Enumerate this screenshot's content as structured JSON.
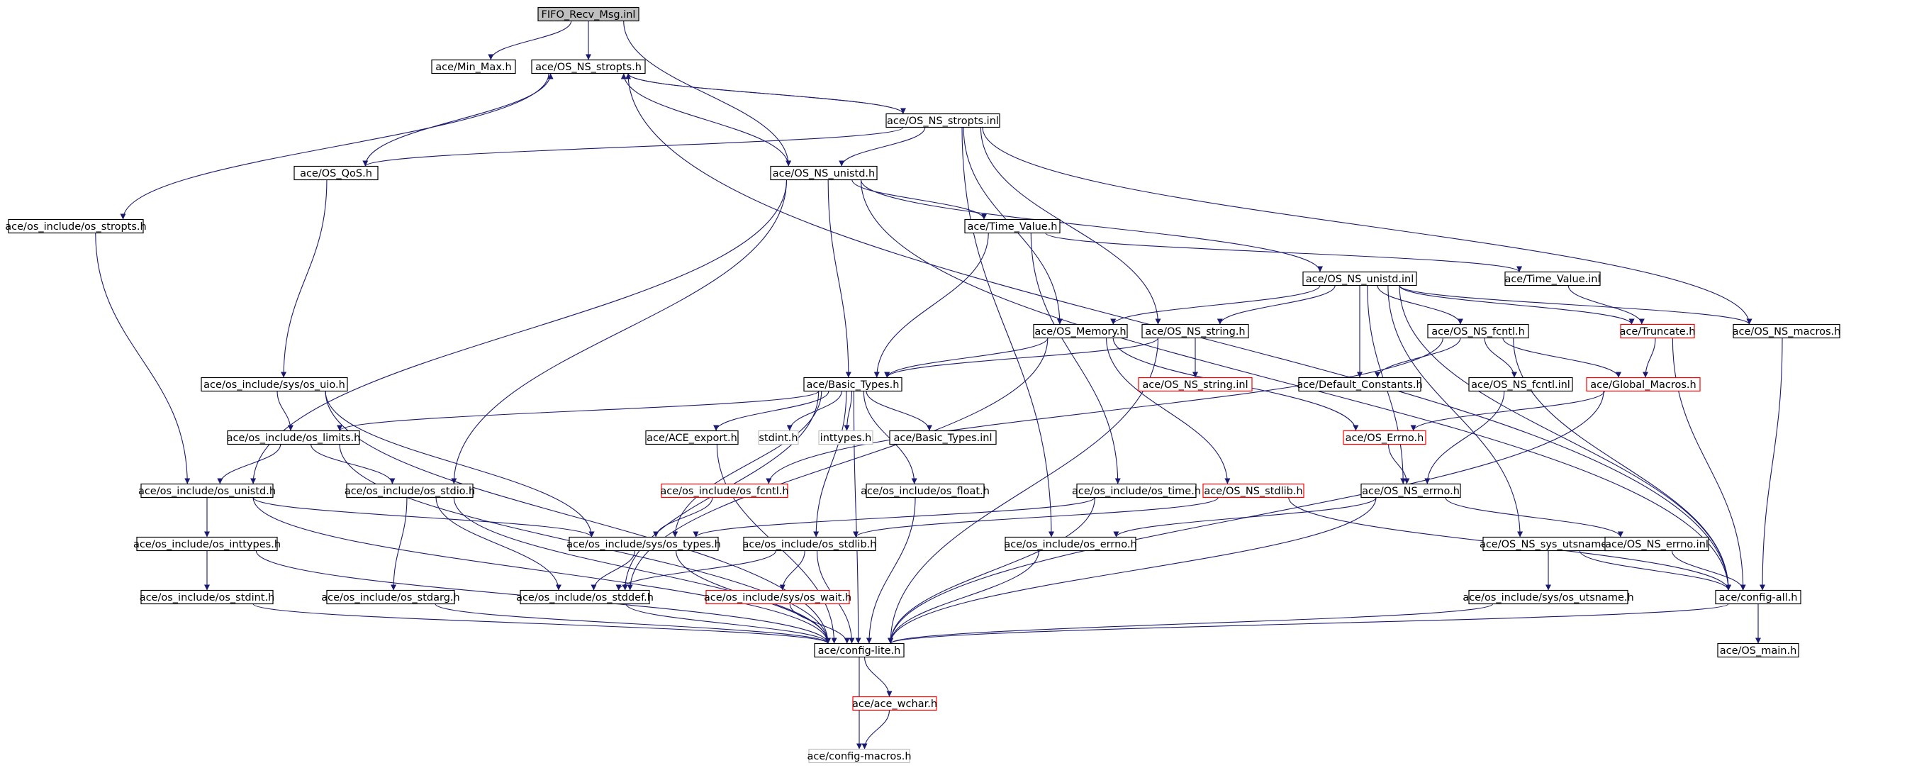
{
  "colors": {
    "edge": "#191970",
    "node_border": "#000000",
    "missing_border": "#ff0000",
    "external_border": "#c0c0c0",
    "root_fill": "#bfbfbf",
    "fill": "#ffffff",
    "text": "#000000"
  },
  "nodes": [
    {
      "id": "n1",
      "label": "FIFO_Recv_Msg.inl",
      "style": "root"
    },
    {
      "id": "n2",
      "label": "ace/Min_Max.h",
      "style": "normal"
    },
    {
      "id": "n3",
      "label": "ace/OS_NS_stropts.h",
      "style": "normal"
    },
    {
      "id": "n4",
      "label": "ace/OS_NS_stropts.inl",
      "style": "normal"
    },
    {
      "id": "n5",
      "label": "ace/OS_QoS.h",
      "style": "normal"
    },
    {
      "id": "n6",
      "label": "ace/OS_NS_unistd.h",
      "style": "normal"
    },
    {
      "id": "n7",
      "label": "ace/os_include/os_stropts.h",
      "style": "normal"
    },
    {
      "id": "n8",
      "label": "ace/Time_Value.h",
      "style": "normal"
    },
    {
      "id": "n9",
      "label": "ace/OS_NS_unistd.inl",
      "style": "normal"
    },
    {
      "id": "n10",
      "label": "ace/Time_Value.inl",
      "style": "normal"
    },
    {
      "id": "n11",
      "label": "ace/OS_Memory.h",
      "style": "normal"
    },
    {
      "id": "n12",
      "label": "ace/OS_NS_string.h",
      "style": "normal"
    },
    {
      "id": "n13",
      "label": "ace/OS_NS_fcntl.h",
      "style": "normal"
    },
    {
      "id": "n14",
      "label": "ace/Truncate.h",
      "style": "missing"
    },
    {
      "id": "n15",
      "label": "ace/OS_NS_macros.h",
      "style": "normal"
    },
    {
      "id": "n16",
      "label": "ace/os_include/sys/os_uio.h",
      "style": "normal"
    },
    {
      "id": "n17",
      "label": "ace/Basic_Types.h",
      "style": "normal"
    },
    {
      "id": "n18",
      "label": "ace/OS_NS_string.inl",
      "style": "missing"
    },
    {
      "id": "n19",
      "label": "ace/Default_Constants.h",
      "style": "normal"
    },
    {
      "id": "n20",
      "label": "ace/OS_NS_fcntl.inl",
      "style": "normal"
    },
    {
      "id": "n21",
      "label": "ace/Global_Macros.h",
      "style": "missing"
    },
    {
      "id": "n22",
      "label": "ace/os_include/os_limits.h",
      "style": "normal"
    },
    {
      "id": "n23",
      "label": "ace/ACE_export.h",
      "style": "normal"
    },
    {
      "id": "n24",
      "label": "stdint.h",
      "style": "external"
    },
    {
      "id": "n25",
      "label": "inttypes.h",
      "style": "external"
    },
    {
      "id": "n26",
      "label": "ace/Basic_Types.inl",
      "style": "normal"
    },
    {
      "id": "n27",
      "label": "ace/OS_Errno.h",
      "style": "missing"
    },
    {
      "id": "n28",
      "label": "ace/os_include/os_unistd.h",
      "style": "normal"
    },
    {
      "id": "n29",
      "label": "ace/os_include/os_stdio.h",
      "style": "normal"
    },
    {
      "id": "n30",
      "label": "ace/os_include/os_fcntl.h",
      "style": "missing"
    },
    {
      "id": "n31",
      "label": "ace/os_include/os_float.h",
      "style": "normal"
    },
    {
      "id": "n32",
      "label": "ace/os_include/os_time.h",
      "style": "normal"
    },
    {
      "id": "n33",
      "label": "ace/OS_NS_stdlib.h",
      "style": "missing"
    },
    {
      "id": "n34",
      "label": "ace/OS_NS_errno.h",
      "style": "normal"
    },
    {
      "id": "n35",
      "label": "ace/os_include/os_inttypes.h",
      "style": "normal"
    },
    {
      "id": "n36",
      "label": "ace/os_include/sys/os_types.h",
      "style": "normal"
    },
    {
      "id": "n37",
      "label": "ace/os_include/os_stdlib.h",
      "style": "normal"
    },
    {
      "id": "n38",
      "label": "ace/os_include/os_errno.h",
      "style": "normal"
    },
    {
      "id": "n39",
      "label": "ace/OS_NS_sys_utsname.h",
      "style": "normal"
    },
    {
      "id": "n40",
      "label": "ace/OS_NS_errno.inl",
      "style": "normal"
    },
    {
      "id": "n41",
      "label": "ace/os_include/os_stdint.h",
      "style": "normal"
    },
    {
      "id": "n42",
      "label": "ace/os_include/os_stdarg.h",
      "style": "normal"
    },
    {
      "id": "n43",
      "label": "ace/os_include/os_stddef.h",
      "style": "normal"
    },
    {
      "id": "n44",
      "label": "ace/os_include/sys/os_wait.h",
      "style": "missing"
    },
    {
      "id": "n45",
      "label": "ace/os_include/sys/os_utsname.h",
      "style": "normal"
    },
    {
      "id": "n46",
      "label": "ace/config-all.h",
      "style": "normal"
    },
    {
      "id": "n47",
      "label": "ace/config-lite.h",
      "style": "normal"
    },
    {
      "id": "n48",
      "label": "ace/OS_main.h",
      "style": "normal"
    },
    {
      "id": "n49",
      "label": "ace/ace_wchar.h",
      "style": "missing"
    },
    {
      "id": "n50",
      "label": "ace/config-macros.h",
      "style": "external"
    }
  ],
  "edges": [
    [
      "n1",
      "n2"
    ],
    [
      "n1",
      "n3"
    ],
    [
      "n1",
      "n6"
    ],
    [
      "n3",
      "n4"
    ],
    [
      "n3",
      "n7"
    ],
    [
      "n3",
      "n46"
    ],
    [
      "n4",
      "n3"
    ],
    [
      "n4",
      "n5"
    ],
    [
      "n4",
      "n6"
    ],
    [
      "n4",
      "n12"
    ],
    [
      "n4",
      "n11"
    ],
    [
      "n4",
      "n15"
    ],
    [
      "n4",
      "n38"
    ],
    [
      "n5",
      "n3"
    ],
    [
      "n5",
      "n16"
    ],
    [
      "n6",
      "n3"
    ],
    [
      "n6",
      "n8"
    ],
    [
      "n6",
      "n9"
    ],
    [
      "n6",
      "n17"
    ],
    [
      "n6",
      "n28"
    ],
    [
      "n6",
      "n29"
    ],
    [
      "n6",
      "n46"
    ],
    [
      "n7",
      "n28"
    ],
    [
      "n8",
      "n10"
    ],
    [
      "n8",
      "n17"
    ],
    [
      "n8",
      "n32"
    ],
    [
      "n9",
      "n11"
    ],
    [
      "n9",
      "n12"
    ],
    [
      "n9",
      "n13"
    ],
    [
      "n9",
      "n14"
    ],
    [
      "n9",
      "n15"
    ],
    [
      "n9",
      "n19"
    ],
    [
      "n9",
      "n34"
    ],
    [
      "n9",
      "n39"
    ],
    [
      "n9",
      "n46"
    ],
    [
      "n10",
      "n14"
    ],
    [
      "n11",
      "n17"
    ],
    [
      "n11",
      "n27"
    ],
    [
      "n11",
      "n33"
    ],
    [
      "n11",
      "n43"
    ],
    [
      "n12",
      "n17"
    ],
    [
      "n12",
      "n18"
    ],
    [
      "n12",
      "n47"
    ],
    [
      "n13",
      "n19"
    ],
    [
      "n13",
      "n20"
    ],
    [
      "n13",
      "n21"
    ],
    [
      "n13",
      "n30"
    ],
    [
      "n13",
      "n46"
    ],
    [
      "n14",
      "n21"
    ],
    [
      "n14",
      "n46"
    ],
    [
      "n15",
      "n46"
    ],
    [
      "n16",
      "n22"
    ],
    [
      "n16",
      "n36"
    ],
    [
      "n16",
      "n47"
    ],
    [
      "n17",
      "n22"
    ],
    [
      "n17",
      "n23"
    ],
    [
      "n17",
      "n24"
    ],
    [
      "n17",
      "n25"
    ],
    [
      "n17",
      "n26"
    ],
    [
      "n17",
      "n31"
    ],
    [
      "n17",
      "n36"
    ],
    [
      "n17",
      "n37"
    ],
    [
      "n17",
      "n43"
    ],
    [
      "n17",
      "n47"
    ],
    [
      "n20",
      "n34"
    ],
    [
      "n21",
      "n27"
    ],
    [
      "n21",
      "n47"
    ],
    [
      "n22",
      "n28"
    ],
    [
      "n22",
      "n29"
    ],
    [
      "n22",
      "n47"
    ],
    [
      "n23",
      "n47"
    ],
    [
      "n27",
      "n34"
    ],
    [
      "n28",
      "n35"
    ],
    [
      "n28",
      "n36"
    ],
    [
      "n28",
      "n47"
    ],
    [
      "n29",
      "n42"
    ],
    [
      "n29",
      "n43"
    ],
    [
      "n29",
      "n47"
    ],
    [
      "n30",
      "n36"
    ],
    [
      "n31",
      "n47"
    ],
    [
      "n32",
      "n36"
    ],
    [
      "n32",
      "n47"
    ],
    [
      "n33",
      "n37"
    ],
    [
      "n33",
      "n46"
    ],
    [
      "n34",
      "n38"
    ],
    [
      "n34",
      "n40"
    ],
    [
      "n34",
      "n47"
    ],
    [
      "n35",
      "n41"
    ],
    [
      "n35",
      "n47"
    ],
    [
      "n36",
      "n43"
    ],
    [
      "n36",
      "n47"
    ],
    [
      "n37",
      "n43"
    ],
    [
      "n37",
      "n44"
    ],
    [
      "n37",
      "n47"
    ],
    [
      "n38",
      "n47"
    ],
    [
      "n39",
      "n45"
    ],
    [
      "n39",
      "n46"
    ],
    [
      "n40",
      "n46"
    ],
    [
      "n41",
      "n47"
    ],
    [
      "n42",
      "n47"
    ],
    [
      "n43",
      "n47"
    ],
    [
      "n44",
      "n47"
    ],
    [
      "n45",
      "n47"
    ],
    [
      "n46",
      "n47"
    ],
    [
      "n46",
      "n48"
    ],
    [
      "n47",
      "n49"
    ],
    [
      "n47",
      "n50"
    ],
    [
      "n49",
      "n50"
    ]
  ]
}
